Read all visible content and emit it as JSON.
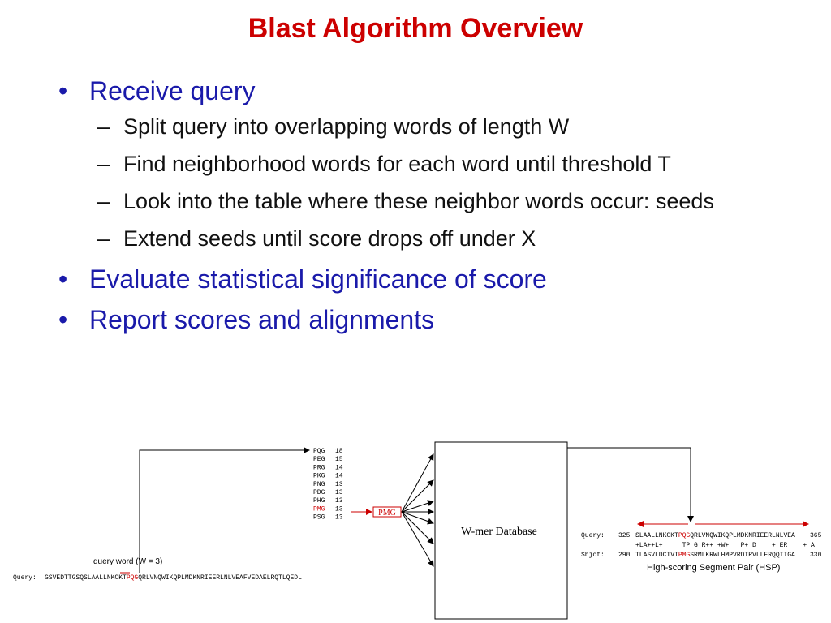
{
  "title": "Blast Algorithm Overview",
  "bullets": [
    {
      "text": "Receive query",
      "subs": [
        "Split query into overlapping words of length W",
        "Find neighborhood words for each word until threshold T",
        "Look into the table where these neighbor words occur: seeds",
        "Extend seeds until score drops off under X"
      ]
    },
    {
      "text": "Evaluate statistical significance of score"
    },
    {
      "text": "Report scores and alignments"
    }
  ],
  "diagram": {
    "neighbor_words": [
      {
        "word": "PQG",
        "score": "18"
      },
      {
        "word": "PEG",
        "score": "15"
      },
      {
        "word": "PRG",
        "score": "14"
      },
      {
        "word": "PKG",
        "score": "14"
      },
      {
        "word": "PNG",
        "score": "13"
      },
      {
        "word": "PDG",
        "score": "13"
      },
      {
        "word": "PHG",
        "score": "13"
      },
      {
        "word": "PMG",
        "score": "13"
      },
      {
        "word": "PSG",
        "score": "13"
      }
    ],
    "highlighted_word": "PMG",
    "query_word_label": "query word (W = 3)",
    "query_label": "Query:",
    "query_seq_pre": "GSVEDTTGSQSLAALLNKCKT",
    "query_seq_word": "PQG",
    "query_seq_post": "QRLVNQWIKQPLMDKNRIEERLNLVEAFVEDAELRQTLQEDL",
    "database_label": "W-mer Database",
    "hsp": {
      "query_label": "Query:",
      "query_start": "325",
      "query_seq_pre": "SLAALLNKCKT",
      "query_seq_word": "PQG",
      "query_seq_post": "QRLVNQWIKQPLMDKNRIEERLNLVEA",
      "query_end": "365",
      "match_line": "+LA++L+     TP G R++ +W+   P+ D    + ER    + A",
      "sbjct_label": "Sbjct:",
      "sbjct_start": "290",
      "sbjct_seq_pre": "TLASVLDCTVT",
      "sbjct_seq_word": "PMG",
      "sbjct_seq_post": "SRMLKRWLHMPVRDTRVLLERQQTIGA",
      "sbjct_end": "330",
      "caption": "High-scoring Segment Pair (HSP)"
    },
    "colors": {
      "highlight": "#cc0000",
      "line": "#000000"
    }
  }
}
